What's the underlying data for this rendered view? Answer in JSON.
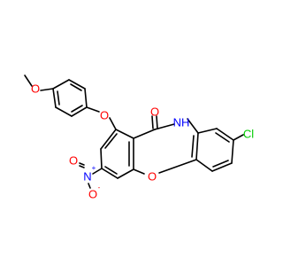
{
  "atoms": {
    "methoxy_o": {
      "text": "O",
      "color": "#ff0000"
    },
    "ether_o": {
      "text": "O",
      "color": "#ff0000"
    },
    "carbonyl_o": {
      "text": "O",
      "color": "#ff0000"
    },
    "amide_nh": {
      "text": "NH",
      "color": "#0000ff"
    },
    "chloro": {
      "text": "Cl",
      "color": "#00cc00"
    },
    "ring_o": {
      "text": "O",
      "color": "#ff0000"
    },
    "nitro_n": {
      "text": "N",
      "color": "#0000ff",
      "charge": "+"
    },
    "nitro_o_minus": {
      "text": "O",
      "color": "#ff0000",
      "charge": "-"
    }
  },
  "colors": {
    "bond": "#000000",
    "oxygen": "#ff0000",
    "nitrogen": "#0000ff",
    "chlorine": "#00cc00"
  }
}
